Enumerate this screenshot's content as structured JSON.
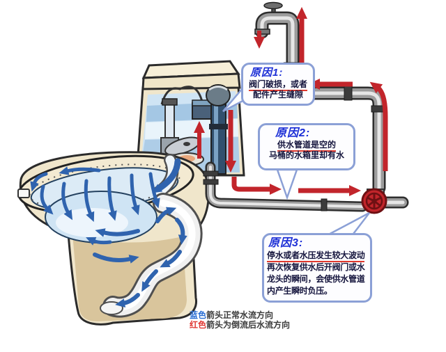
{
  "callouts": [
    {
      "title": "原因1:",
      "lines": [
        "阀门破损，或者",
        "配件产生缝隙"
      ],
      "underlined_line": 0
    },
    {
      "title": "原因2:",
      "lines": [
        "供水管道是空的",
        "马桶的水箱里却有水"
      ],
      "underlined_line": 0
    },
    {
      "title": "原因3:",
      "lines": [
        "停水或者水压发生较大波动",
        "再次恢复供水后开阀门或水",
        "龙头的瞬间，会使供水管道",
        "内产生瞬时负压。"
      ],
      "underlined_line": 0
    }
  ],
  "legend": [
    {
      "word": "蓝色",
      "text": "箭头正常水流方向"
    },
    {
      "word": "红色",
      "text": "箭头为倒流后水流方向"
    }
  ],
  "colors": {
    "red": "#c2252b",
    "blue": "#2f63ae",
    "callout_border": "#8ba0d6",
    "callout_title": "#1b2ed6",
    "underline": "#e0392e",
    "legend_blue": "#2b6fd4",
    "legend_red": "#e03a35",
    "legend_text": "#3a3a3a",
    "toilet_body": "#f0e6cb",
    "toilet_shadow": "#d9c59c",
    "water_light": "#cfe4f4",
    "water_mid": "#9fc3e2",
    "pipe_dark": "#2e2e2e",
    "pipe_mid": "#9c9c9c",
    "pipe_light": "#e6e6e6"
  }
}
